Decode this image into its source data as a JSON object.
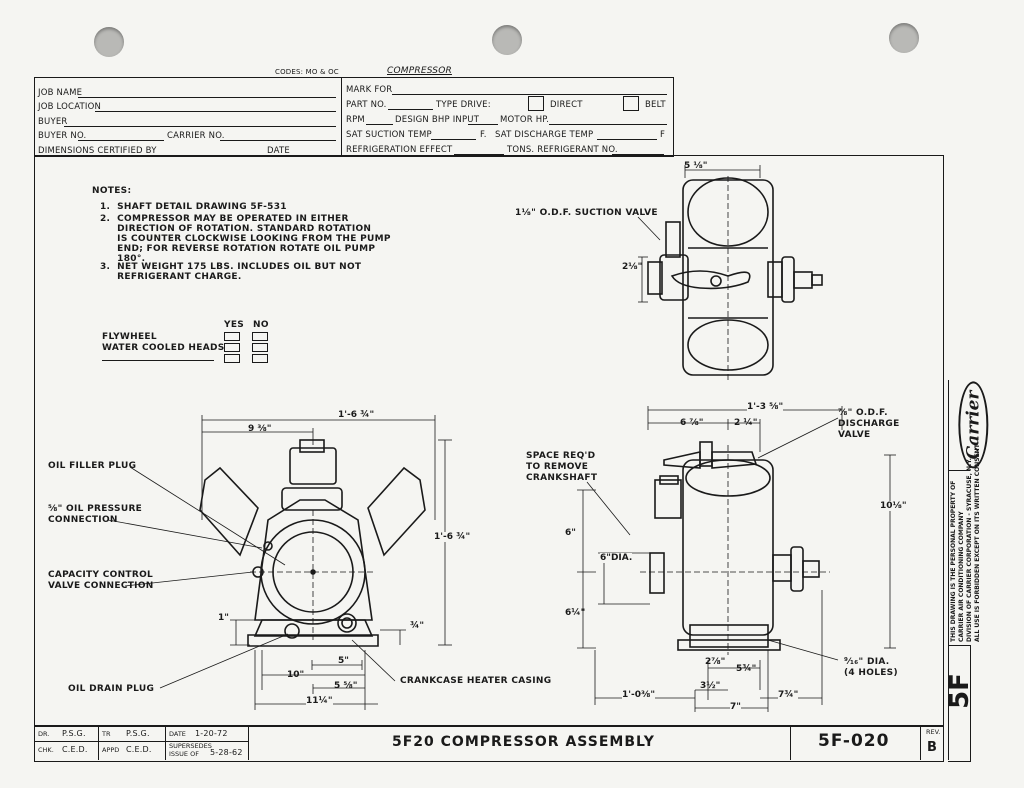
{
  "header": {
    "codes": "CODES:  MO & OC",
    "compressor": "COMPRESSOR",
    "left_fields": [
      "JOB NAME",
      "JOB LOCATION",
      "BUYER",
      "BUYER NO.",
      "DIMENSIONS CERTIFIED BY"
    ],
    "carrier_no": "CARRIER NO.",
    "date": "DATE",
    "mark_for": "MARK FOR",
    "part_no": "PART NO.",
    "type_drive": "TYPE DRIVE:",
    "direct": "DIRECT",
    "belt": "BELT",
    "rpm": "RPM",
    "design_bhp": "DESIGN  BHP INPUT",
    "motor_hp": "MOTOR HP.",
    "sat_suction": "SAT SUCTION TEMP",
    "f1": "F.",
    "sat_discharge": "SAT DISCHARGE TEMP",
    "f2": "F",
    "refrig_effect": "REFRIGERATION EFFECT",
    "tons": "TONS.  REFRIGERANT NO."
  },
  "notes": {
    "heading": "NOTES:",
    "items": [
      "1.  SHAFT DETAIL DRAWING 5F-531",
      "2.  COMPRESSOR MAY BE OPERATED IN EITHER\n     DIRECTION OF ROTATION. STANDARD ROTATION\n     IS COUNTER CLOCKWISE LOOKING FROM THE PUMP\n     END; FOR REVERSE ROTATION ROTATE OIL PUMP\n     180°.",
      "3.  NET WEIGHT 175 LBS. INCLUDES OIL BUT NOT\n     REFRIGERANT CHARGE."
    ]
  },
  "options": {
    "yes": "YES",
    "no": "NO",
    "rows": [
      "FLYWHEEL",
      "WATER COOLED HEADS"
    ]
  },
  "labels": {
    "suction_valve": "1⅛\" O.D.F. SUCTION VALVE",
    "discharge_valve": "⅞\" O.D.F.\nDISCHARGE\nVALVE",
    "space_req": "SPACE REQ'D\nTO REMOVE\nCRANKSHAFT",
    "oil_filler": "OIL FILLER PLUG",
    "oil_pressure": "⅝\" OIL PRESSURE\nCONNECTION",
    "capacity_control": "CAPACITY CONTROL\nVALVE CONNECTION",
    "oil_drain": "OIL DRAIN PLUG",
    "crankcase_heater": "CRANKCASE HEATER CASING",
    "holes": "⁹⁄₁₆\" DIA.\n(4 HOLES)"
  },
  "dims": {
    "top_width": "5 ⅛\"",
    "top_side": "2⅛\"",
    "left_overall": "1'-6 ¾\"",
    "left_938": "9 ⅜\"",
    "left_height": "1'-6 ¾\"",
    "left_1": "1\"",
    "left_34": "¾\"",
    "left_5": "5\"",
    "left_10": "10\"",
    "left_558": "5 ⅝\"",
    "left_1114": "11¼\"",
    "right_overall": "1'-3 ⅝\"",
    "right_678": "6 ⅞\"",
    "right_214": "2 ¼\"",
    "right_1018": "10⅛\"",
    "right_6": "6\"",
    "right_6dia": "6\"DIA.",
    "right_614": "6¼\"",
    "right_278": "2⅞\"",
    "right_534": "5¾\"",
    "right_312": "3½\"",
    "right_1038": "1'-0⅜\"",
    "right_734": "7¾\"",
    "right_7": "7\""
  },
  "titleblock": {
    "dr": "DR.",
    "dr_val": "P.S.G.",
    "tr": "TR",
    "tr_val": "P.S.G.",
    "date_lbl": "DATE",
    "date_val": "1-20-72",
    "chk": "CHK.",
    "chk_val": "C.E.D.",
    "appd": "APPD",
    "appd_val": "C.E.D.",
    "supersedes": "SUPERSEDES\nISSUE OF",
    "supersedes_val": "5-28-62",
    "title": "5F20 COMPRESSOR ASSEMBLY",
    "number": "5F-020",
    "rev_lbl": "REV.",
    "rev_val": "B"
  },
  "side": {
    "logo": "Carrier",
    "notice": "THIS DRAWING IS THE PERSONAL PROPERTY OF\nCARRIER AIR CONDITIONING COMPANY\nDIVISION OF CARRIER CORPORATION - SYRACUSE, N.Y.\nALL USE IS FORBIDDEN EXCEPT ON ITS WRITTEN CONSENT",
    "code": "5F"
  }
}
